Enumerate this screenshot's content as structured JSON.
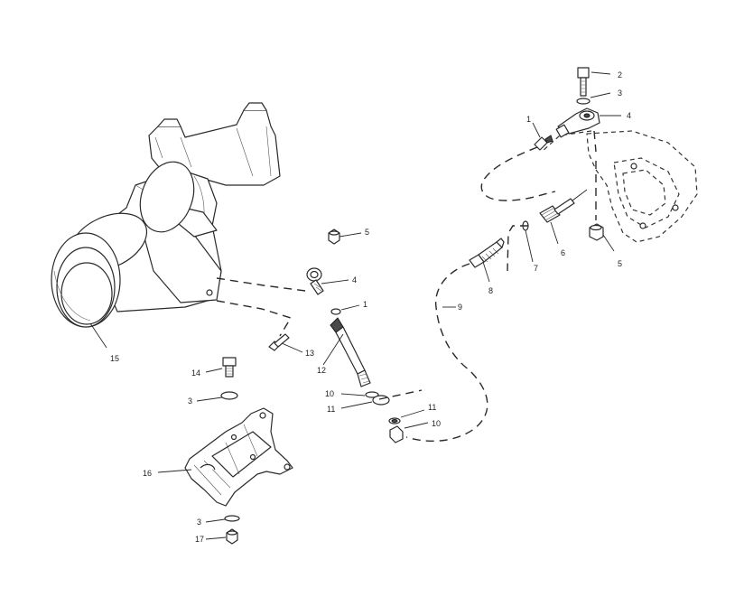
{
  "callouts": {
    "c1_top": "1",
    "c2": "2",
    "c3_top": "3",
    "c4_top": "4",
    "c5_right": "5",
    "c6": "6",
    "c7": "7",
    "c8": "8",
    "c9": "9",
    "c5_mid": "5",
    "c4_mid": "4",
    "c1_mid": "1",
    "c13": "13",
    "c12": "12",
    "c15": "15",
    "c14": "14",
    "c3_left": "3",
    "c10_left": "10",
    "c11_left": "11",
    "c11_right": "11",
    "c10_right": "10",
    "c16": "16",
    "c3_bottom": "3",
    "c17": "17"
  },
  "colors": {
    "line": "#2a2a2a",
    "background": "#ffffff",
    "dark_part": "#4a4a4a"
  }
}
